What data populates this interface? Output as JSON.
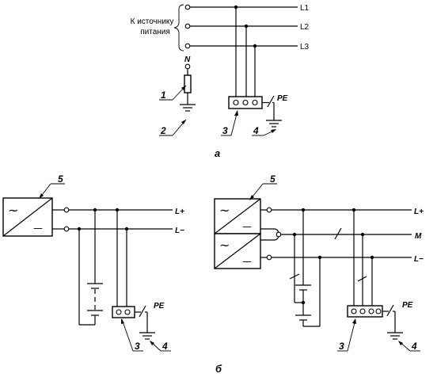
{
  "diagram_a": {
    "source_label_line1": "К источнику",
    "source_label_line2": "питания",
    "phases": [
      "L1",
      "L2",
      "L3"
    ],
    "neutral": "N",
    "protective_earth": "PE",
    "callouts": [
      "1",
      "2",
      "3",
      "4"
    ],
    "caption": "а"
  },
  "diagram_b": {
    "left": {
      "callout_converter": "5",
      "ac_symbol": "~",
      "dc_symbol": "—",
      "lines": [
        "L+",
        "L−"
      ],
      "protective_earth": "PE",
      "callouts": [
        "3",
        "4"
      ]
    },
    "right": {
      "callout_converter": "5",
      "ac_symbol": "~",
      "dc_symbol": "—",
      "lines": [
        "L+",
        "M",
        "L−"
      ],
      "protective_earth": "PE",
      "callouts": [
        "3",
        "4"
      ]
    },
    "caption": "б"
  }
}
